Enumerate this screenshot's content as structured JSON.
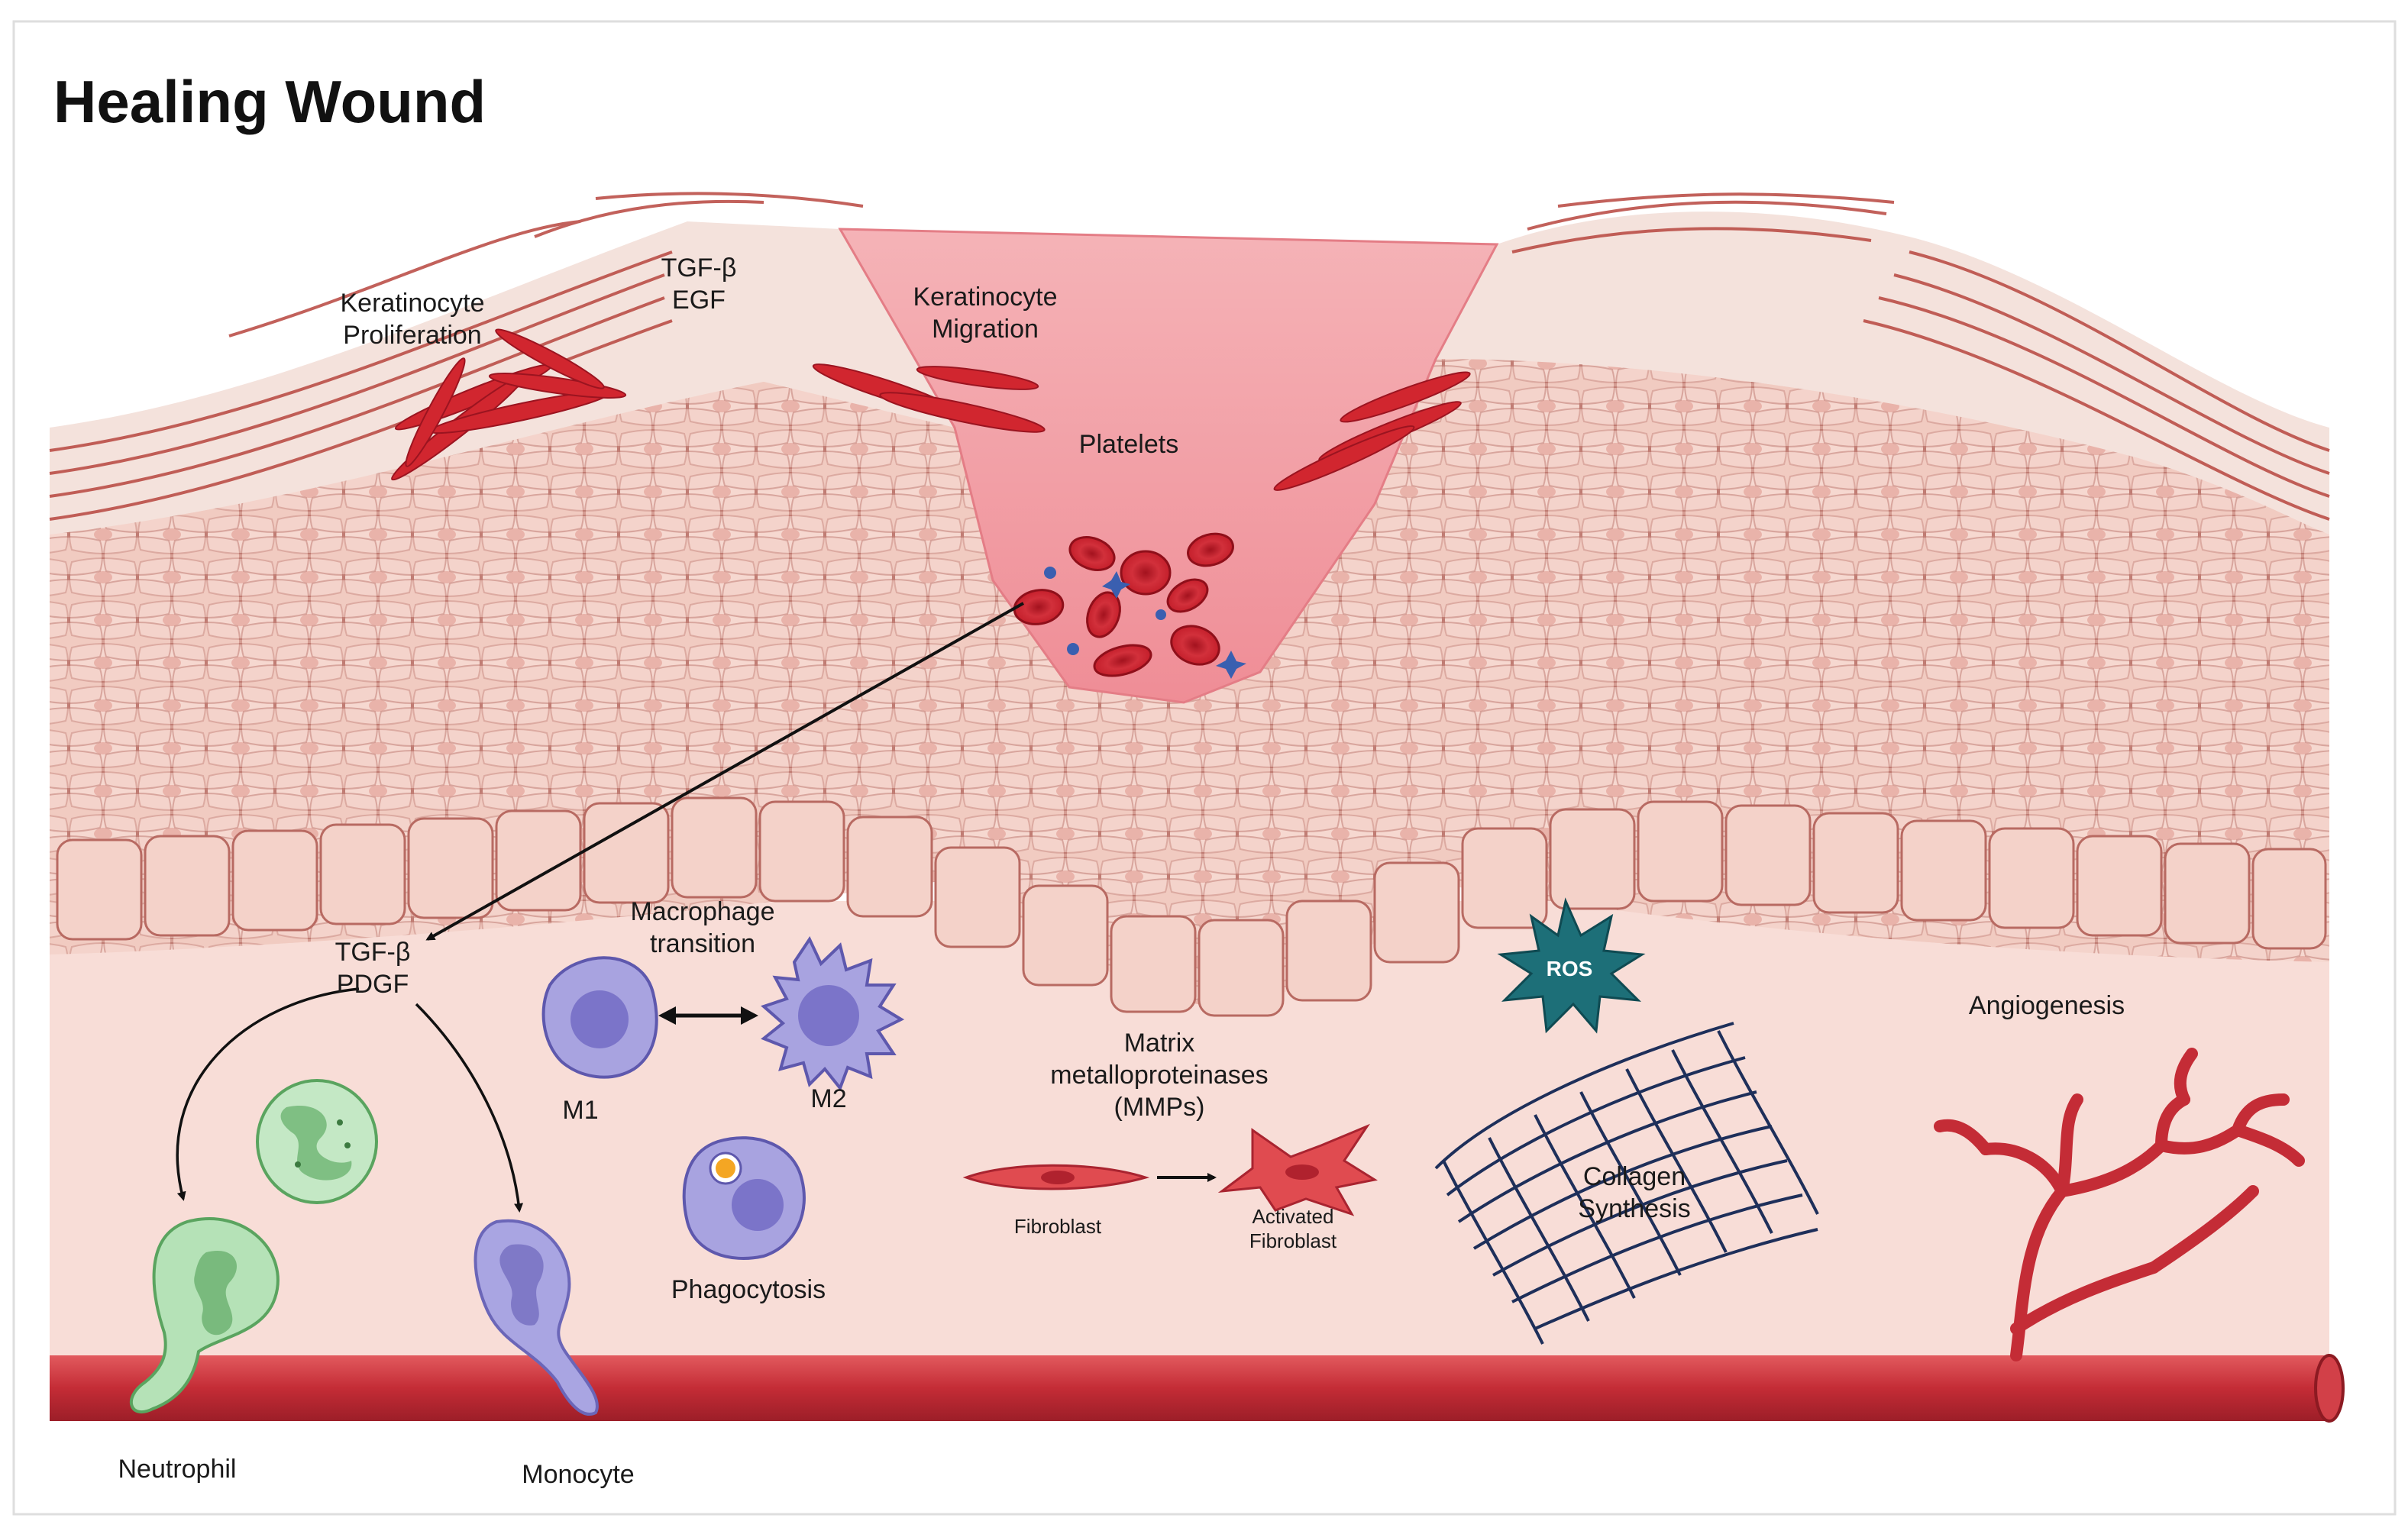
{
  "title": "Healing Wound",
  "labels": {
    "keratinocyte_proliferation": [
      "Keratinocyte",
      "Proliferation"
    ],
    "tgf_egf": [
      "TGF-β",
      "EGF"
    ],
    "keratinocyte_migration": [
      "Keratinocyte",
      "Migration"
    ],
    "platelets": "Platelets",
    "tgf_pdgf": [
      "TGF-β",
      "PDGF"
    ],
    "macrophage_transition": [
      "Macrophage",
      "transition"
    ],
    "m1": "M1",
    "m2": "M2",
    "phagocytosis": "Phagocytosis",
    "mmps": [
      "Matrix",
      "metalloproteinases",
      "(MMPs)"
    ],
    "fibroblast": "Fibroblast",
    "activated_fibroblast": [
      "Activated",
      "Fibroblast"
    ],
    "ros": "ROS",
    "collagen_synthesis": [
      "Collagen",
      "Synthesis"
    ],
    "angiogenesis": "Angiogenesis",
    "neutrophil": "Neutrophil",
    "monocyte": "Monocyte"
  },
  "colors": {
    "skin_outer": "#f3ddd6",
    "skin_stripes": "#b9433f",
    "epidermis": "#efc2b8",
    "cell_outline": "#b86a62",
    "dermis": "#f7dcd6",
    "wound": "#f2a6ad",
    "blood_cell": "#c81e2a",
    "vessel": "#c4303a",
    "neutrophil": "#9fd6a4",
    "monocyte": "#9a97dc",
    "macrophage": "#8f89d3",
    "ros": "#1d6f78",
    "collagen": "#1e2f5a"
  }
}
